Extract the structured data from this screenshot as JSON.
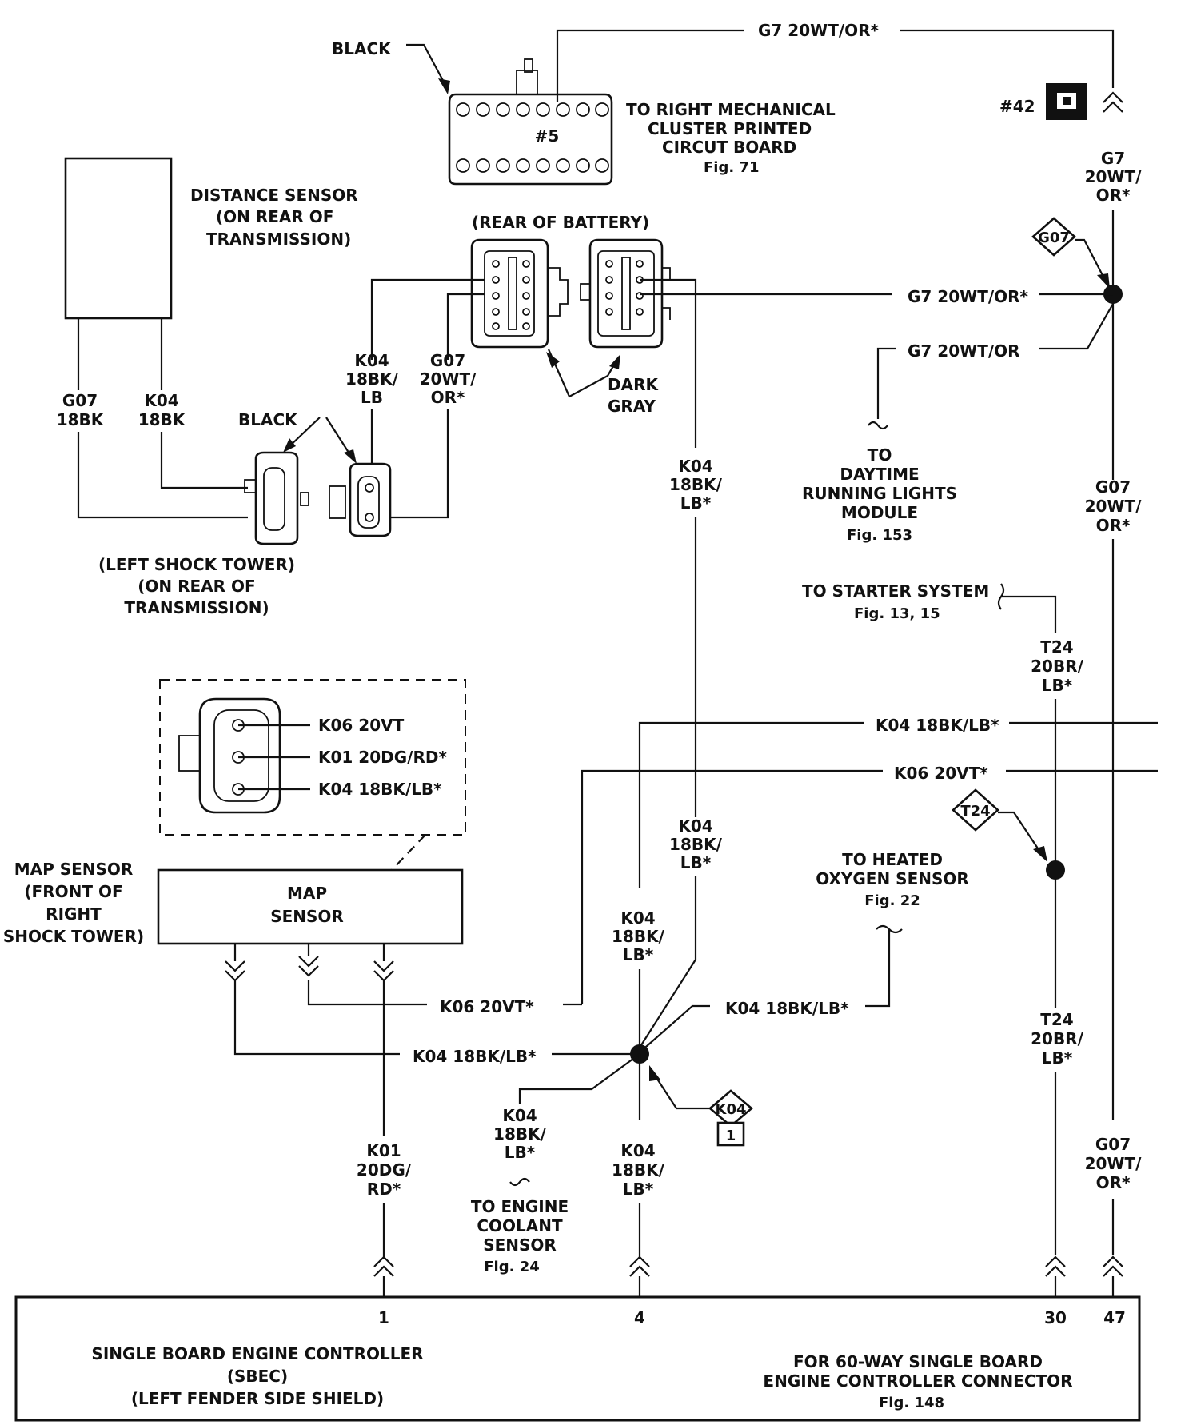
{
  "labels": {
    "black_top": "BLACK",
    "g7_top": "G7 20WT/OR*",
    "to_right_cluster": [
      "TO RIGHT MECHANICAL",
      "CLUSTER PRINTED",
      "CIRCUT BOARD"
    ],
    "fig71": "Fig. 71",
    "conn5": "#5",
    "conn42": "#42",
    "g7_right": [
      "G7",
      "20WT/",
      "OR*"
    ],
    "distance_sensor": [
      "DISTANCE SENSOR",
      "(ON REAR OF",
      "TRANSMISSION)"
    ],
    "rear_battery": "(REAR OF BATTERY)",
    "g07_tag": "G07",
    "g7_mid": "G7 20WT/OR*",
    "g7_mid2": "G7 20WT/OR",
    "k04_a": [
      "K04",
      "18BK/",
      "LB"
    ],
    "g07_a": [
      "G07",
      "20WT/",
      "OR*"
    ],
    "dark_gray": [
      "DARK",
      "GRAY"
    ],
    "g07_18bk": [
      "G07",
      "18BK"
    ],
    "k04_18bk": [
      "K04",
      "18BK"
    ],
    "black_mid": "BLACK",
    "k04_b": [
      "K04",
      "18BK/",
      "LB*"
    ],
    "to_drl": [
      "TO",
      "DAYTIME",
      "RUNNING LIGHTS",
      "MODULE"
    ],
    "fig153": "Fig. 153",
    "g07_b": [
      "G07",
      "20WT/",
      "OR*"
    ],
    "left_shock": [
      "(LEFT SHOCK TOWER)",
      "(ON REAR OF",
      "TRANSMISSION)"
    ],
    "to_starter": "TO STARTER SYSTEM",
    "fig13": "Fig. 13, 15",
    "t24_a": [
      "T24",
      "20BR/",
      "LB*"
    ],
    "k06_20vt": "K06 20VT",
    "k01_20dg": "K01  20DG/RD*",
    "k04_bklb": "K04  18BK/LB*",
    "k04_h1": "K04  18BK/LB*",
    "k06_h1": "K06  20VT*",
    "t24_tag": "T24",
    "k04_c": [
      "K04",
      "18BK/",
      "LB*"
    ],
    "to_heated": [
      "TO HEATED",
      "OXYGEN SENSOR"
    ],
    "fig22": "Fig. 22",
    "map_sensor_side": [
      "MAP SENSOR",
      "(FRONT OF",
      "RIGHT",
      "SHOCK TOWER)"
    ],
    "map_sensor_box": [
      "MAP",
      "SENSOR"
    ],
    "k04_d": [
      "K04",
      "18BK/",
      "LB*"
    ],
    "k06_20vt_b": "K06  20VT*",
    "k04_bklb_c": "K04  18BK/LB*",
    "k04_bklb_d": "K04  18BK/LB*",
    "t24_b": [
      "T24",
      "20BR/",
      "LB*"
    ],
    "k04_tag": "K04",
    "k04_tag_num": "1",
    "k04_e": [
      "K04",
      "18BK/",
      "LB*"
    ],
    "k01_a": [
      "K01",
      "20DG/",
      "RD*"
    ],
    "k04_f": [
      "K04",
      "18BK/",
      "LB*"
    ],
    "g07_c": [
      "G07",
      "20WT/",
      "OR*"
    ],
    "to_engine_coolant": [
      "TO ENGINE",
      "COOLANT",
      "SENSOR"
    ],
    "fig24": "Fig. 24",
    "pin1": "1",
    "pin4": "4",
    "pin30": "30",
    "pin47": "47",
    "sbec": [
      "SINGLE BOARD ENGINE CONTROLLER",
      "(SBEC)",
      "(LEFT FENDER SIDE SHIELD)"
    ],
    "for60": [
      "FOR 60-WAY SINGLE BOARD",
      "ENGINE CONTROLLER CONNECTOR"
    ],
    "fig148": "Fig. 148"
  }
}
